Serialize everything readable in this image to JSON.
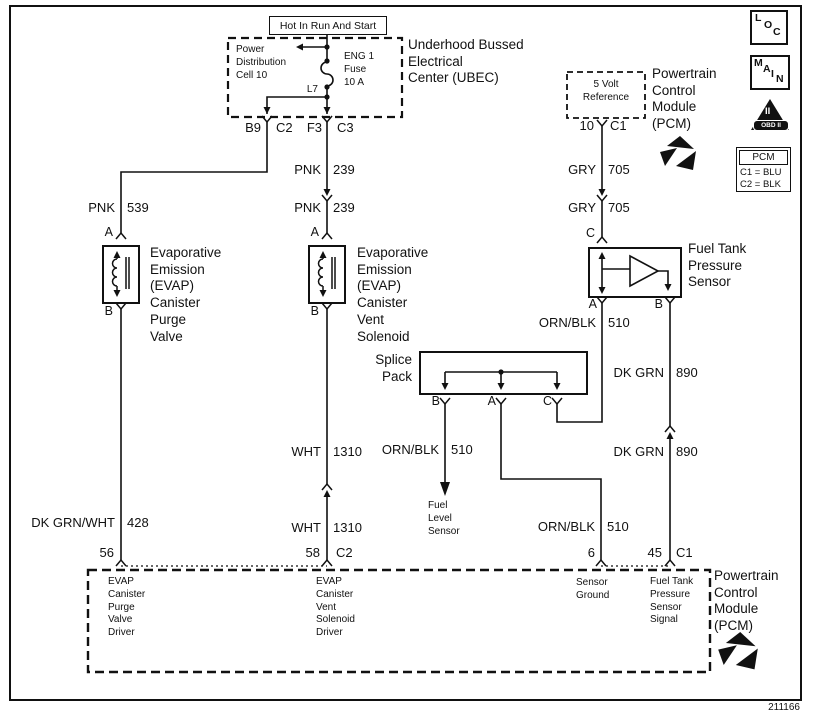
{
  "figure_number": "211166",
  "ubec": {
    "hot_label": "Hot In Run And Start",
    "title": "Underhood Bussed\nElectrical\nCenter (UBEC)",
    "power_distribution": "Power\nDistribution\nCell 10",
    "fuse_label": "ENG 1\nFuse\n10 A",
    "grid_ref": "L7",
    "pin_b9": "B9",
    "conn_c2": "C2",
    "pin_f3": "F3",
    "conn_c3": "C3"
  },
  "wires": {
    "pnk539": {
      "color": "PNK",
      "circuit": "539"
    },
    "pnk239": {
      "color": "PNK",
      "circuit": "239"
    },
    "gry705": {
      "color": "GRY",
      "circuit": "705"
    },
    "ornblk510": {
      "color": "ORN/BLK",
      "circuit": "510"
    },
    "dkgrn890": {
      "color": "DK GRN",
      "circuit": "890"
    },
    "wht1310": {
      "color": "WHT",
      "circuit": "1310"
    },
    "dkgrnwht428": {
      "color": "DK GRN/WHT",
      "circuit": "428"
    }
  },
  "purge_valve": {
    "label": "Evaporative\nEmission\n(EVAP)\nCanister\nPurge\nValve",
    "pin_a": "A",
    "pin_b": "B"
  },
  "vent_solenoid": {
    "label": "Evaporative\nEmission\n(EVAP)\nCanister\nVent\nSolenoid",
    "pin_a": "A",
    "pin_b": "B"
  },
  "ftp_sensor": {
    "label": "Fuel Tank\nPressure\nSensor",
    "pin_a": "A",
    "pin_b": "B",
    "pin_c": "C"
  },
  "splice_pack": {
    "label": "Splice\nPack",
    "pin_a": "A",
    "pin_b": "B",
    "pin_c": "C"
  },
  "fuel_level_sensor": {
    "label": "Fuel\nLevel\nSensor"
  },
  "pcm_top": {
    "title": "Powertrain\nControl\nModule\n(PCM)",
    "five_volt": "5 Volt\nReference",
    "pin_10": "10",
    "conn_c1": "C1"
  },
  "pcm_bottom": {
    "title": "Powertrain\nControl\nModule\n(PCM)",
    "pin_56": "56",
    "pin_58": "58",
    "conn_c2": "C2",
    "pin_6": "6",
    "pin_45": "45",
    "conn_c1": "C1",
    "purge_driver": "EVAP\nCanister\nPurge\nValve\nDriver",
    "vent_driver": "EVAP\nCanister\nVent\nSolenoid\nDriver",
    "sensor_ground": "Sensor\nGround",
    "ftps_signal": "Fuel Tank\nPressure\nSensor\nSignal"
  },
  "legend": {
    "loc_chars": [
      "L",
      "O",
      "C"
    ],
    "main_chars": [
      "M",
      "A",
      "I",
      "N"
    ],
    "obd": {
      "numeral": "II",
      "banner": "OBD II"
    },
    "pcm_connectors": {
      "title": "PCM",
      "row1": "C1 = BLU",
      "row2": "C2 = BLK"
    }
  }
}
